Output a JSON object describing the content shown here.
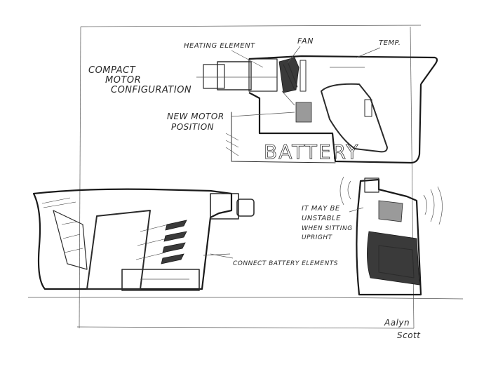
{
  "annotations": {
    "compact_motor": [
      "COMPACT",
      "MOTOR",
      "CONFIGURATION"
    ],
    "heating_element": "HEATING ELEMENT",
    "fan": "FAN",
    "temp": "TEMP.",
    "new_motor": [
      "NEW MOTOR",
      "POSITION"
    ],
    "battery": "BATTERY",
    "connect_battery": "CONNECT BATTERY ELEMENTS",
    "unstable": [
      "IT MAY BE",
      "UNSTABLE",
      "WHEN SITTING",
      "UPRIGHT"
    ]
  },
  "signature": [
    "Aalyn",
    "Scott"
  ],
  "colors": {
    "ink": "#2b2b2b",
    "paper": "#ffffff",
    "shade": "#3a3a3a"
  }
}
